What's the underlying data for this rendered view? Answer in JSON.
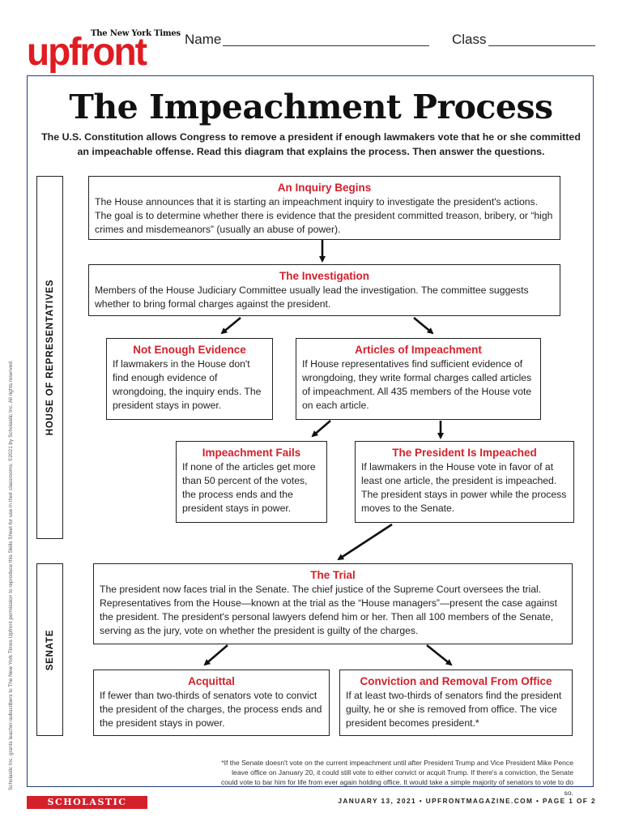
{
  "header": {
    "logo_main": "upfront",
    "logo_sub": "The New York Times",
    "name_label": "Name",
    "class_label": "Class"
  },
  "title": "The Impeachment Process",
  "intro": "The U.S. Constitution allows Congress to remove a president if enough lawmakers vote that he or she committed an impeachable offense. Read this diagram that explains the process. Then answer the questions.",
  "sections": {
    "house": "HOUSE OF REPRESENTATIVES",
    "senate": "SENATE"
  },
  "steps": {
    "inquiry": {
      "title": "An Inquiry Begins",
      "text": "The House announces that it is starting an impeachment inquiry to investigate the president's actions. The goal is to determine whether there is evidence that the president committed treason, bribery, or “high crimes and misdemeanors” (usually an abuse of power)."
    },
    "investigation": {
      "title": "The Investigation",
      "text": "Members of the House Judiciary Committee usually lead the investigation. The committee suggests whether to bring formal charges against the president."
    },
    "not_enough": {
      "title": "Not Enough Evidence",
      "text": "If lawmakers in the House don't find enough evidence of wrongdoing, the inquiry ends. The president stays in power."
    },
    "articles": {
      "title": "Articles of Impeachment",
      "text": "If House representatives find sufficient evidence of wrongdoing, they write formal charges called articles of impeachment. All 435 members of the House vote on each article."
    },
    "fails": {
      "title": "Impeachment Fails",
      "text": "If none of the articles get more than 50 percent of the votes, the process ends and the president stays in power."
    },
    "impeached": {
      "title": "The President Is Impeached",
      "text": "If lawmakers in the House vote in favor of at least one article, the president is impeached. The president stays in power while the process moves to the Senate."
    },
    "trial": {
      "title": "The Trial",
      "text": "The president now faces trial in the Senate. The chief justice of the Supreme Court oversees the trial. Representatives from the House—known at the trial as the “House managers”—present the case against the president. The president's personal lawyers defend him or her. Then all 100 members of the Senate, serving as the jury, vote on whether the president is guilty of the charges."
    },
    "acquittal": {
      "title": "Acquittal",
      "text": "If fewer than two-thirds of senators vote to convict the president of the charges, the process ends and the president stays in power."
    },
    "conviction": {
      "title": "Conviction and Removal From Office",
      "text": "If at least two-thirds of senators find the president guilty, he or she is removed from office. The vice president becomes president.*"
    }
  },
  "footnote": "*If the Senate doesn't vote on the current impeachment until after President Trump and Vice President Mike Pence leave office on January 20, it could still vote to either convict or acquit Trump. If there's a conviction, the Senate could vote to bar him for life from ever again holding office. It would take a simple majority of senators to vote to do so.",
  "permission": "Scholastic Inc. grants teacher-subscribers to The New York Times Upfront permission to reproduce this Skills Sheet for use in their classrooms. ©2021 by Scholastic Inc. All rights reserved.",
  "footer": {
    "brand": "SCHOLASTIC",
    "right": "JANUARY 13, 2021 • UPFRONTMAGAZINE.COM • PAGE 1 OF 2"
  }
}
